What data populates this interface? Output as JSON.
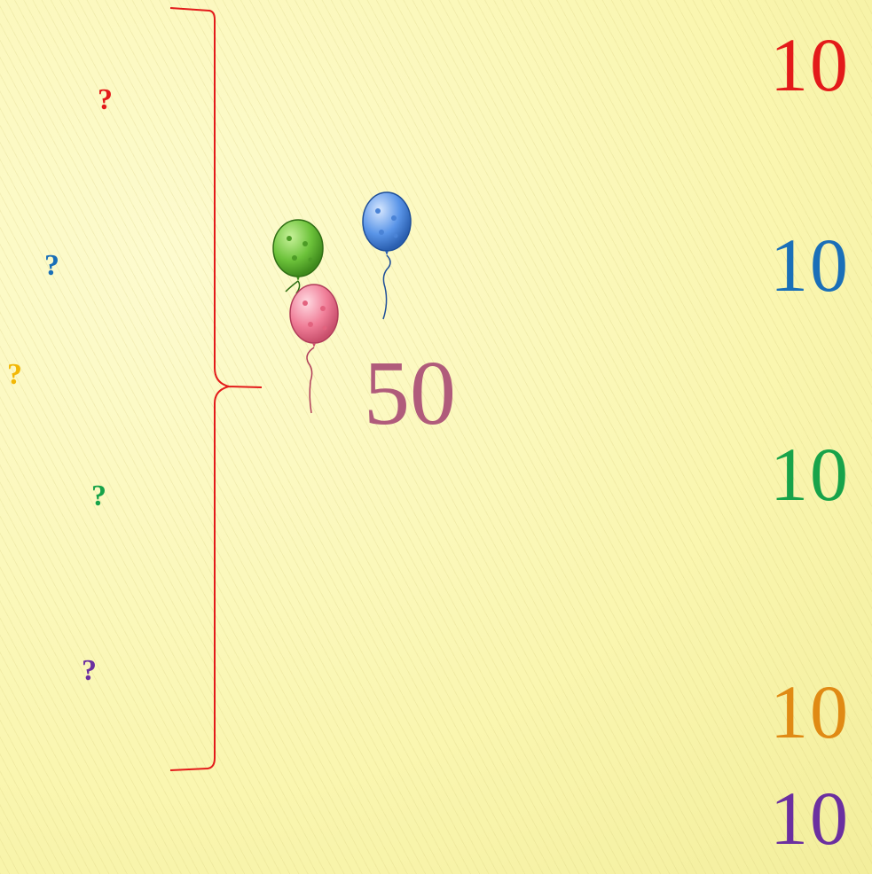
{
  "question_marks": [
    {
      "text": "?",
      "color": "#e31a1a"
    },
    {
      "text": "?",
      "color": "#1a6fb8"
    },
    {
      "text": "?",
      "color": "#f2b705"
    },
    {
      "text": "?",
      "color": "#17a34a"
    },
    {
      "text": "?",
      "color": "#6b2fa0"
    }
  ],
  "total": {
    "text": "50",
    "color": "#b05b7b"
  },
  "numbers": [
    {
      "text": "10",
      "color": "#e31a1a"
    },
    {
      "text": "10",
      "color": "#1a6fb8"
    },
    {
      "text": "10",
      "color": "#17a34a"
    },
    {
      "text": "10",
      "color": "#e08a14"
    },
    {
      "text": "10",
      "color": "#6b2fa0"
    }
  ],
  "balloons": [
    {
      "icon": "green-balloon-icon",
      "color": "#6cc23a"
    },
    {
      "icon": "blue-balloon-icon",
      "color": "#5a95e8"
    },
    {
      "icon": "pink-balloon-icon",
      "color": "#f07e98"
    }
  ],
  "brace_color": "#e31a1a"
}
